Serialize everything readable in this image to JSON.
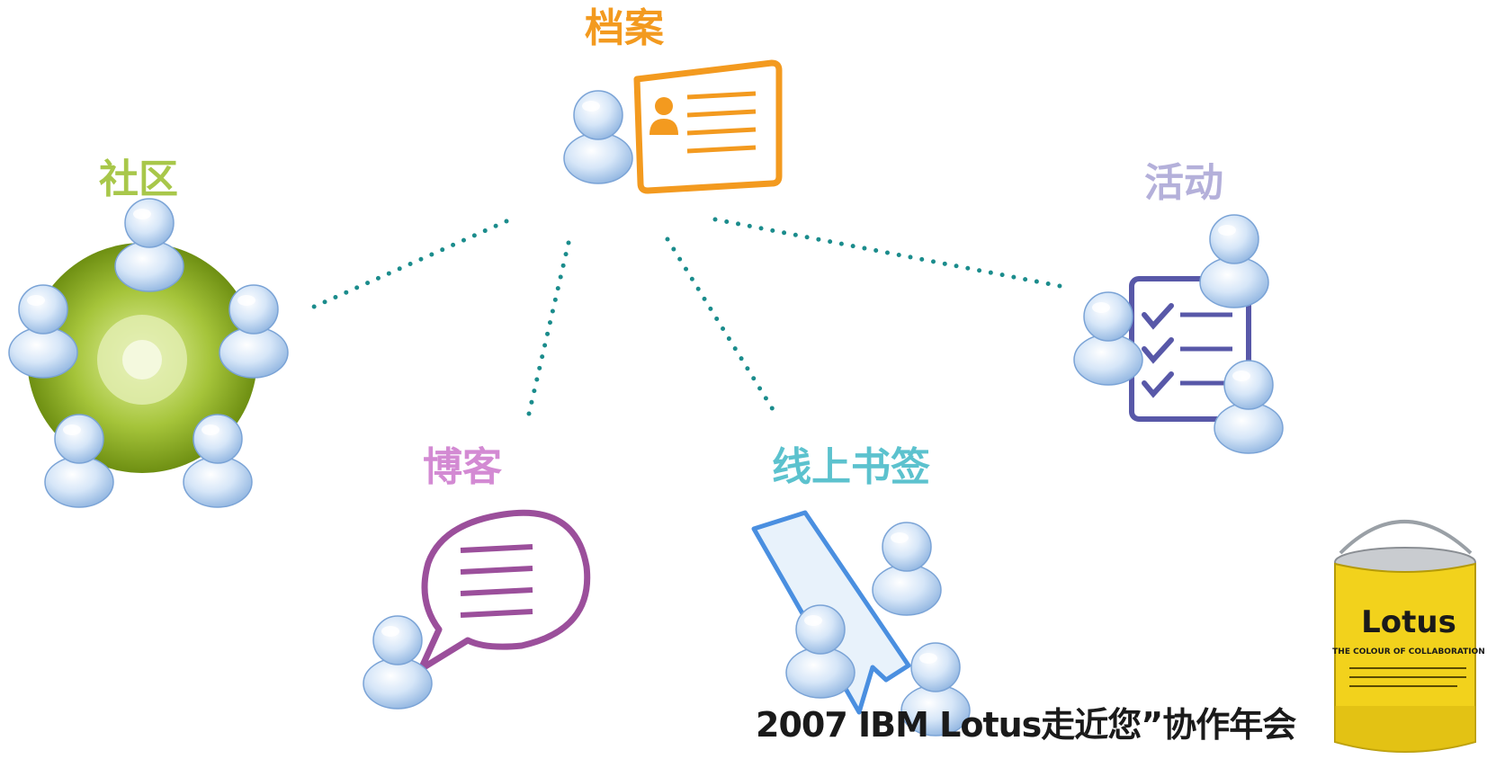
{
  "labels": {
    "profiles": "档案",
    "communities": "社区",
    "activities": "活动",
    "blogs": "博客",
    "bookmarks": "线上书签"
  },
  "footer": {
    "event_title": "2007 IBM Lotus走近您”协作年会"
  },
  "can": {
    "brand": "Lotus",
    "tagline": "THE COLOUR OF COLLABORATION"
  },
  "colors": {
    "profiles": "#F39A1F",
    "communities": "#8DB024",
    "activities": "#5858A8",
    "blogs": "#9B4F9B",
    "bookmarks": "#2E9D9E",
    "connector": "#1B8C8C"
  },
  "icons": {
    "profiles": "person-with-id-card-icon",
    "communities": "people-around-circle-icon",
    "activities": "people-with-checklist-icon",
    "blogs": "person-with-speech-bubble-icon",
    "bookmarks": "people-with-bookmark-icon"
  }
}
